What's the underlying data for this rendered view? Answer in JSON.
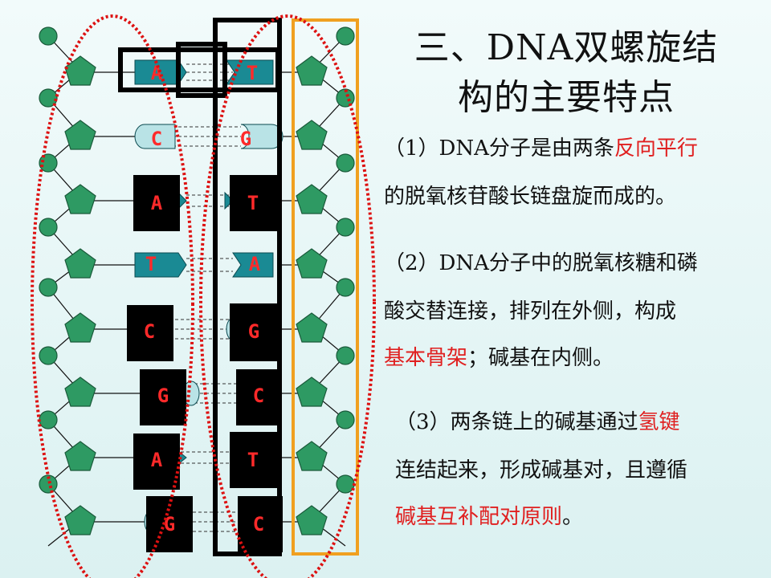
{
  "title": {
    "line1": "三、DNA双螺旋结",
    "line2": "构的主要特点"
  },
  "points": [
    {
      "line1_a": "（1）DNA分子是由两条",
      "line1_b": "反向平行",
      "line2": "的脱氧核苷酸长链盘旋而成的。"
    },
    {
      "line1": "（2）DNA分子中的脱氧核糖和磷",
      "line2": "酸交替连接，排列在外侧，构成",
      "line3_a": "基本骨架",
      "line3_b": "；碱基在内侧。"
    },
    {
      "line1_a": "（3）两条链上的碱基通过",
      "line1_b": "氢键",
      "line2": "连结起来，形成碱基对，且遵循",
      "line3_a": "碱基互补配对原则",
      "line3_b": "。"
    }
  ],
  "base_pairs": [
    {
      "left": "A",
      "right": "T"
    },
    {
      "left": "C",
      "right": "G"
    },
    {
      "left": "A",
      "right": "T"
    },
    {
      "left": "T",
      "right": "A"
    },
    {
      "left": "C",
      "right": "G"
    },
    {
      "left": "G",
      "right": "C"
    },
    {
      "left": "A",
      "right": "T"
    },
    {
      "left": "G",
      "right": "C"
    }
  ],
  "colors": {
    "phosphate": "#2e9a63",
    "sugar": "#2e9a63",
    "base_teal": "#1a8a94",
    "base_black": "#000000",
    "base_letter": "#ff2a2a",
    "red_ellipse": "#dd1111",
    "orange_box": "#f0a020",
    "highlight": "#e02020"
  }
}
